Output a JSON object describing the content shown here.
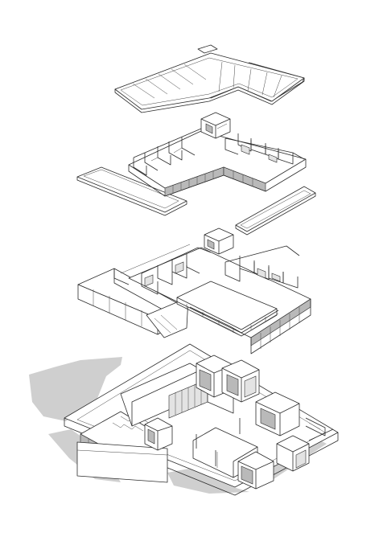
{
  "drawing": {
    "kind": "exploded axonometric",
    "levels": [
      "roof",
      "upper-floor",
      "middle-floor",
      "ground-floor"
    ],
    "colors": {
      "line": "#2b2b2b",
      "shadow": "#cfcfcf",
      "wall_tone": "#b9b9b9",
      "background": "#ffffff"
    }
  }
}
